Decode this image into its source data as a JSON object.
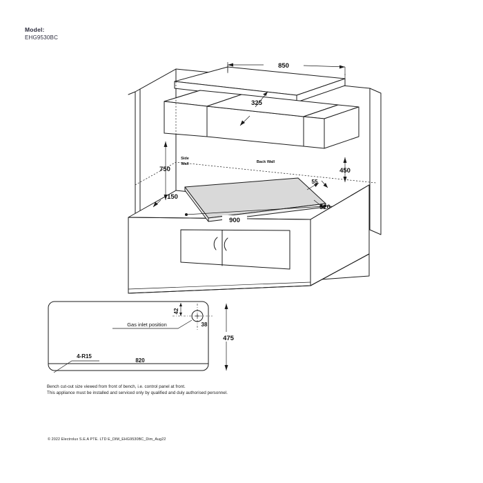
{
  "header": {
    "model_label": "Model:",
    "model_value": "EHG9530BC"
  },
  "isometric": {
    "labels": {
      "side_wall": "Side Wall",
      "side_wall_line1": "Side",
      "side_wall_line2": "Wall",
      "back_wall": "Back Wall"
    },
    "dimensions": {
      "hood_width": "850",
      "hood_depth": "325",
      "hood_height_above_bench": "750",
      "hood_front_overhang": "150",
      "hood_to_cooktop_rear": "450",
      "cooktop_rear_gap": "55",
      "cooktop_width": "900",
      "cooktop_depth": "520"
    }
  },
  "cutout": {
    "dimensions": {
      "width": "820",
      "height": "475",
      "corner_radius": "4-R15",
      "gas_inlet_offset_vertical": "42",
      "gas_inlet_offset_horizontal": "38"
    },
    "labels": {
      "gas_inlet": "Gas inlet position"
    }
  },
  "notes": {
    "line1": "Bench cut-out size viewed from front of bench, i.e. control panel at front.",
    "line2": "This appliance must be installed and serviced only by qualified and duly authorised personnel."
  },
  "footer": {
    "copyright": "© 2022 Electrolux S.E.A PTE. LTD E_DIM_EHG9530BC_Dim_Aug22"
  },
  "colors": {
    "line": "#1a1a1a",
    "glass": "#d9d9d9",
    "text": "#2b2b3c"
  }
}
